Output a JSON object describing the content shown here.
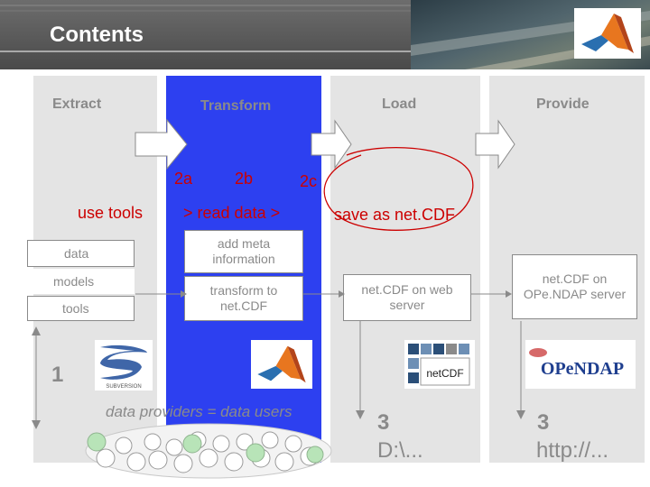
{
  "header": {
    "title": "Contents"
  },
  "stages": {
    "extract": "Extract",
    "transform": "Transform",
    "load": "Load",
    "provide": "Provide"
  },
  "steps": {
    "s2a": "2a",
    "s2b": "2b",
    "s2c": "2c"
  },
  "actions": {
    "use_tools": "use tools",
    "read_data": ">  read data  >",
    "save_as": "save as net.CDF"
  },
  "extract_items": {
    "data": "data",
    "models": "models",
    "tools": "tools"
  },
  "transform_boxes": {
    "meta": "add meta information",
    "to_netcdf": "transform to net.CDF"
  },
  "load_box": "net.CDF on web server",
  "provide_box": "net.CDF on OPe.NDAP server",
  "numbers": {
    "n1": "1",
    "n3_load": "3",
    "n3_provide": "3"
  },
  "paths": {
    "local": "D:\\...",
    "url": "http://..."
  },
  "footer_text": "data providers = data users",
  "logos": {
    "svn_text": "SUBVERSION",
    "netcdf_text": "netCDF",
    "opendap_text": "OPeNDAP"
  },
  "colors": {
    "transform_column": "#2d40f0",
    "annotation_red": "#cc0000",
    "stage_gray": "#e4e4e4"
  }
}
